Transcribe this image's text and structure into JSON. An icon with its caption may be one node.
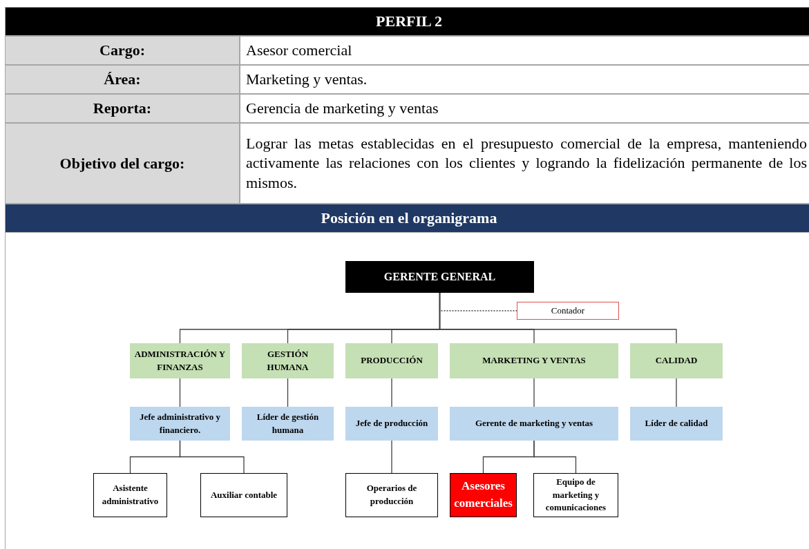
{
  "diagram": {
    "title": "PERFIL 2",
    "nodes": [
      {
        "text": [
          "GERENTE GENERAL"
        ]
      },
      {
        "text": [
          "Contador"
        ]
      },
      {
        "text": [
          "ADMINISTRACIÓN Y FINANZAS"
        ]
      },
      {
        "text": [
          "GESTIÓN HUMANA"
        ]
      },
      {
        "text": [
          "PRODUCCIÓN"
        ]
      },
      {
        "text": [
          "MARKETING Y VENTAS"
        ]
      },
      {
        "text": [
          "CALIDAD"
        ]
      },
      {
        "text": [
          "Jefe administrativo y financiero."
        ]
      },
      {
        "text": [
          "Líder de gestión humana"
        ]
      },
      {
        "text": [
          "Jefe de producción"
        ]
      },
      {
        "text": [
          "Gerente de marketing y ventas"
        ]
      },
      {
        "text": [
          "Líder de calidad"
        ]
      },
      {
        "text": [
          "Asistente administrativo"
        ]
      },
      {
        "text": [
          "Auxiliar contable"
        ]
      },
      {
        "text": [
          "Operarios de producción"
        ]
      },
      {
        "text": [
          "Asesores comerciales"
        ]
      },
      {
        "text": [
          "Equipo de marketing y comunicaciones"
        ]
      }
    ],
    "edges": [
      {
        "from": 0,
        "to": 1,
        "arrow": "none",
        "style": "dashed"
      },
      {
        "from": 0,
        "to": 2,
        "arrow": "none"
      },
      {
        "from": 0,
        "to": 3,
        "arrow": "none"
      },
      {
        "from": 0,
        "to": 4,
        "arrow": "none"
      },
      {
        "from": 0,
        "to": 5,
        "arrow": "none"
      },
      {
        "from": 0,
        "to": 6,
        "arrow": "none"
      },
      {
        "from": 2,
        "to": 7,
        "arrow": "none"
      },
      {
        "from": 3,
        "to": 8,
        "arrow": "none"
      },
      {
        "from": 4,
        "to": 9,
        "arrow": "none"
      },
      {
        "from": 5,
        "to": 10,
        "arrow": "none"
      },
      {
        "from": 6,
        "to": 11,
        "arrow": "none"
      },
      {
        "from": 7,
        "to": 12,
        "arrow": "none"
      },
      {
        "from": 7,
        "to": 13,
        "arrow": "none"
      },
      {
        "from": 9,
        "to": 14,
        "arrow": "none"
      },
      {
        "from": 10,
        "to": 15,
        "arrow": "none"
      },
      {
        "from": 10,
        "to": 16,
        "arrow": "none"
      }
    ],
    "labels": [
      "Cargo:",
      "Asesor comercial",
      "Área:",
      "Marketing y ventas.",
      "Reporta:",
      "Gerencia de marketing y ventas",
      "Objetivo del cargo:",
      "Lograr las metas establecidas en el presupuesto comercial de la empresa, manteniendo activamente las relaciones con los clientes y logrando la fidelización permanente de los mismos.",
      "Posición en el organigrama"
    ]
  }
}
